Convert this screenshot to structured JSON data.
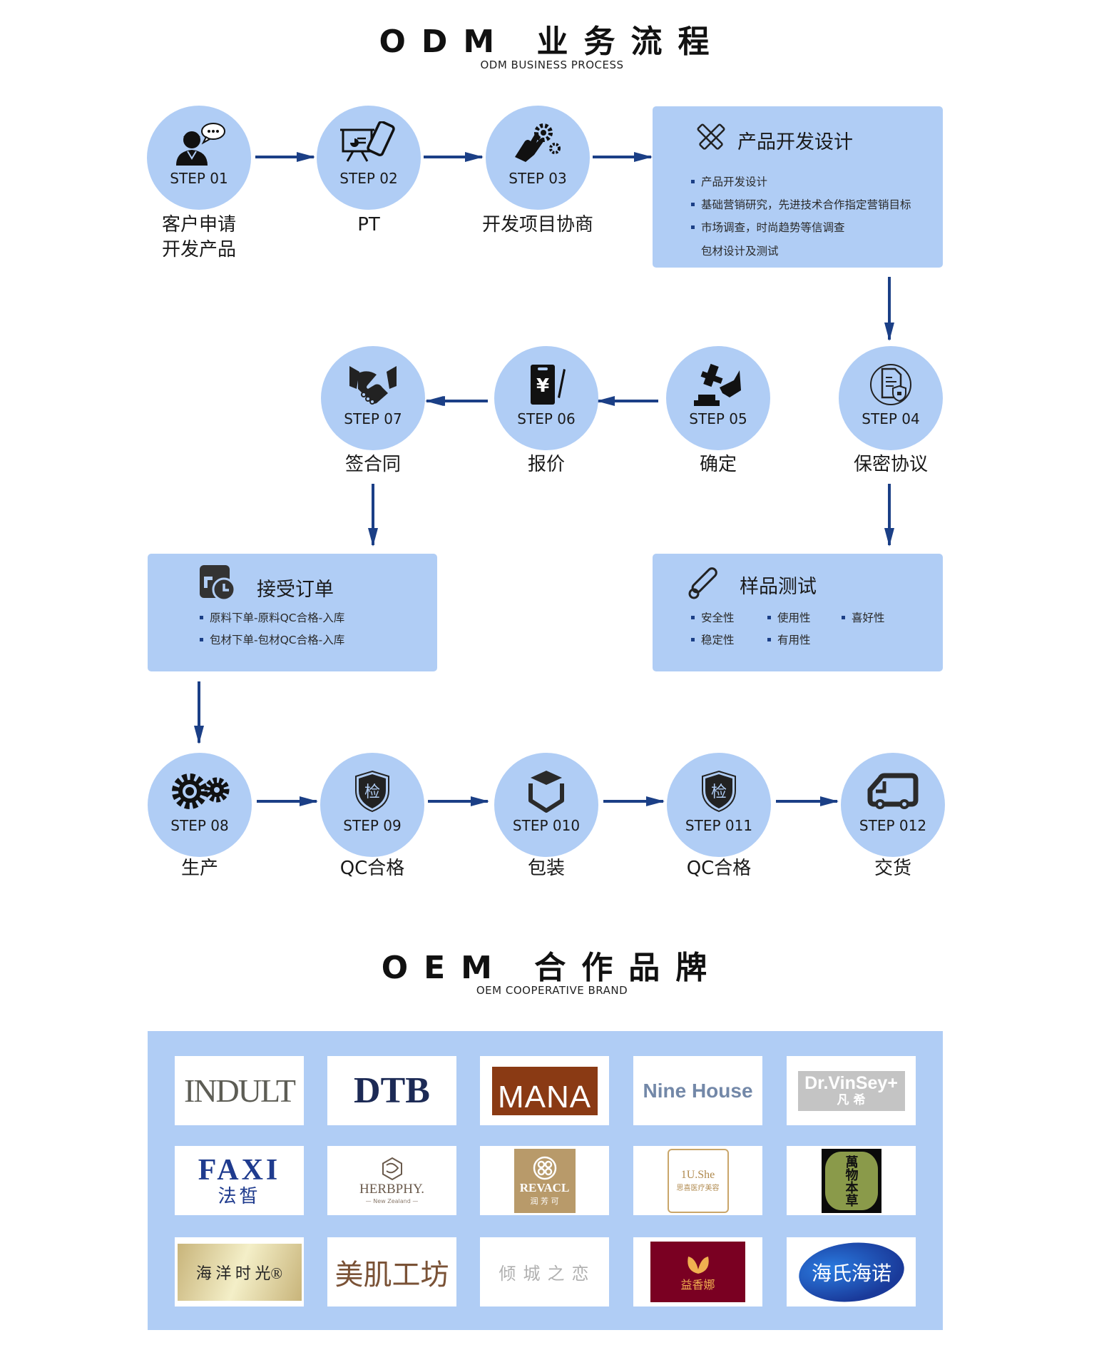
{
  "odm_section": {
    "title": "ODM 业务流程",
    "subtitle": "ODM BUSINESS PROCESS"
  },
  "steps": [
    {
      "step": "STEP 01",
      "label_lines": [
        "客户申请",
        "开发产品"
      ],
      "icon": "customer-speech-icon"
    },
    {
      "step": "STEP 02",
      "label_lines": [
        "PT"
      ],
      "icon": "presentation-tablet-icon"
    },
    {
      "step": "STEP 03",
      "label_lines": [
        "开发项目协商"
      ],
      "icon": "hand-gear-icon"
    },
    {
      "step": "STEP 04",
      "label_lines": [
        "保密协议"
      ],
      "icon": "confidential-document-icon"
    },
    {
      "step": "STEP 05",
      "label_lines": [
        "确定"
      ],
      "icon": "gavel-icon"
    },
    {
      "step": "STEP 06",
      "label_lines": [
        "报价"
      ],
      "icon": "quote-yuan-icon"
    },
    {
      "step": "STEP 07",
      "label_lines": [
        "签合同"
      ],
      "icon": "handshake-icon"
    },
    {
      "step": "STEP 08",
      "label_lines": [
        "生产"
      ],
      "icon": "gears-icon"
    },
    {
      "step": "STEP 09",
      "label_lines": [
        "QC合格"
      ],
      "icon": "inspection-shield-icon"
    },
    {
      "step": "STEP 010",
      "label_lines": [
        "包装"
      ],
      "icon": "package-box-icon"
    },
    {
      "step": "STEP 011",
      "label_lines": [
        "QC合格"
      ],
      "icon": "inspection-shield-icon"
    },
    {
      "step": "STEP 012",
      "label_lines": [
        "交货"
      ],
      "icon": "delivery-truck-icon"
    }
  ],
  "boxes": {
    "product_design": {
      "title": "产品开发设计",
      "icon": "ruler-pencil-icon",
      "items": [
        {
          "text": "产品开发设计",
          "bullet": true
        },
        {
          "text": "基础营销研究，先进技术合作指定营销目标",
          "bullet": true
        },
        {
          "text": "市场调查，时尚趋势等信调查",
          "bullet": true
        },
        {
          "text": "包材设计及测试",
          "bullet": false
        }
      ]
    },
    "sample_test": {
      "title": "样品测试",
      "icon": "test-tube-icon",
      "items": [
        "安全性",
        "使用性",
        "喜好性",
        "稳定性",
        "有用性"
      ]
    },
    "accept_order": {
      "title": "接受订单",
      "icon": "order-clock-icon",
      "items": [
        "原料下单-原料QC合格-入库",
        "包材下单-包材QC合格-入库"
      ]
    }
  },
  "oem_section": {
    "title": "OEM 合作品牌",
    "subtitle": "OEM COOPERATIVE BRAND"
  },
  "brands": [
    {
      "name": "INDULT"
    },
    {
      "name": "DTB"
    },
    {
      "name": "MANA"
    },
    {
      "name": "Nine House"
    },
    {
      "name": "Dr.VinSey+",
      "sub": "凡 希"
    },
    {
      "name": "FAXI",
      "sub": "法皙"
    },
    {
      "name": "HERBPHY.",
      "sub": "— New Zealand —"
    },
    {
      "name": "REVACL",
      "sub": "润 芳 可"
    },
    {
      "name": "1U.She",
      "sub": "思喜医疗美容"
    },
    {
      "name": "萬物本草"
    },
    {
      "name": "海 洋 时 光®"
    },
    {
      "name": "美肌工坊"
    },
    {
      "name": "倾 城 之 恋"
    },
    {
      "name": "益香娜"
    },
    {
      "name": "海氏海诺"
    }
  ],
  "colors": {
    "accent_blue": "#b0cdf5",
    "arrow_navy": "#1b3f86"
  }
}
